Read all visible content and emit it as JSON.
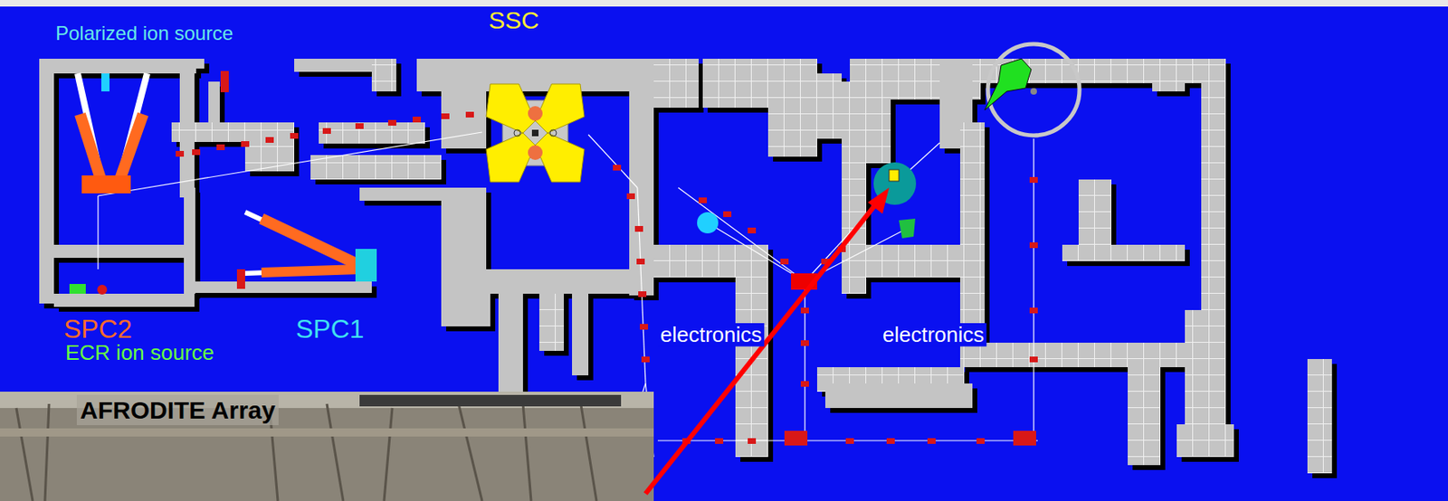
{
  "diagram": {
    "labels": [
      "Polarized ion source",
      "SSC",
      "SPC2",
      "SPC1",
      "ECR ion source",
      "electronics",
      "electronics",
      "AFRODITE Array"
    ]
  }
}
